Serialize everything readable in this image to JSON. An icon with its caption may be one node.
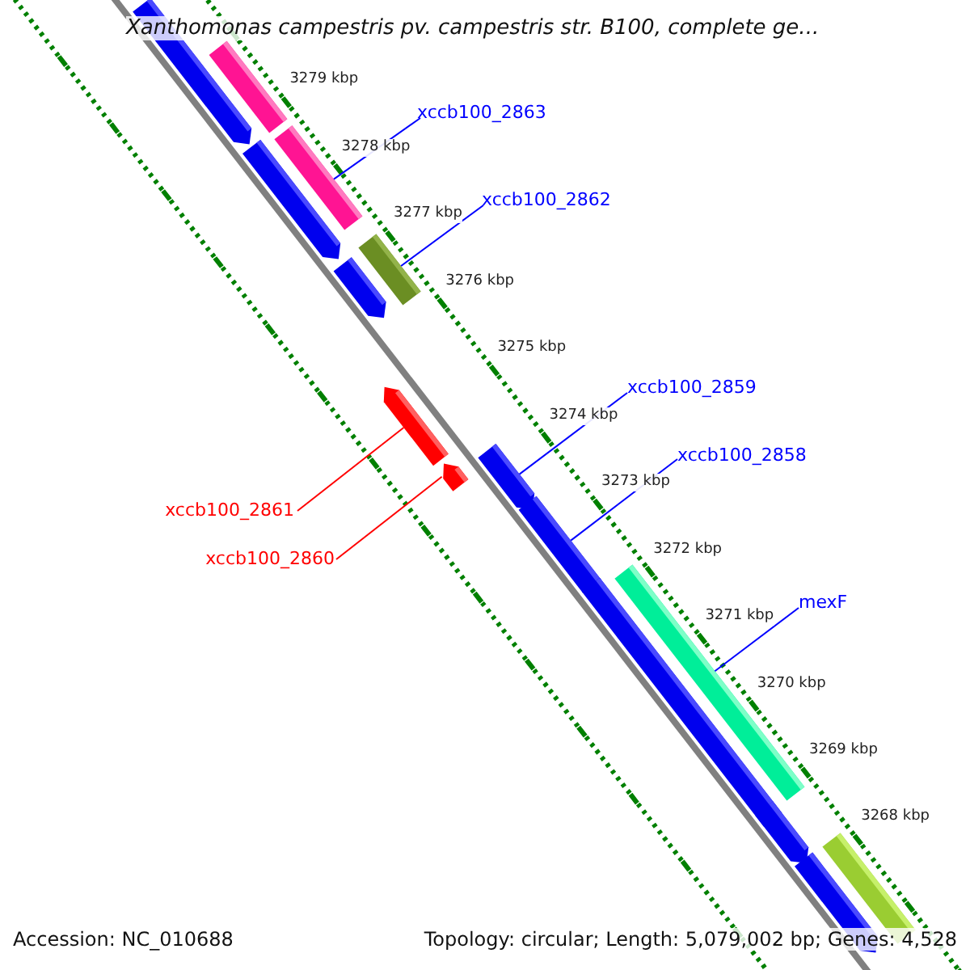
{
  "diagram": {
    "title": "Xanthomonas campestris pv. campestris str. B100, complete ge...",
    "nodes": [
      {
        "text": [],
        "shape": "arrow"
      },
      {
        "text": [],
        "shape": "arrow"
      },
      {
        "text": [],
        "shape": "arrow"
      },
      {
        "text": [],
        "shape": "arrow"
      },
      {
        "text": [
          "xccb100_2863"
        ]
      },
      {
        "text": [
          "xccb100_2862"
        ]
      },
      {
        "text": [],
        "shape": "arrow"
      },
      {
        "text": [],
        "shape": "arrow"
      },
      {
        "text": [],
        "shape": "arrow"
      },
      {
        "text": [
          "xccb100_2859"
        ]
      },
      {
        "text": [],
        "shape": "arrow"
      },
      {
        "text": [
          "xccb100_2858"
        ]
      },
      {
        "text": [],
        "shape": "arrow"
      },
      {
        "text": [
          "xccb100_2861"
        ]
      },
      {
        "text": [],
        "shape": "arrow"
      },
      {
        "text": [
          "xccb100_2860"
        ]
      },
      {
        "text": [],
        "shape": "arrow"
      },
      {
        "text": [],
        "shape": "arrow"
      },
      {
        "text": [
          "mexF"
        ]
      },
      {
        "text": [],
        "shape": "arrow"
      },
      {
        "text": [],
        "shape": "arrow"
      },
      {
        "text": [],
        "shape": "arrow"
      }
    ],
    "edges": [
      {
        "from": 4,
        "to": 2,
        "arrow": "none"
      },
      {
        "from": 5,
        "to": 6,
        "arrow": "none"
      },
      {
        "from": 9,
        "to": 12,
        "arrow": "none"
      },
      {
        "from": 11,
        "to": 14,
        "arrow": "none"
      },
      {
        "from": 18,
        "to": 16,
        "arrow": "none"
      },
      {
        "from": 13,
        "to": 8,
        "arrow": "none",
        "color": "#ff0000"
      },
      {
        "from": 15,
        "to": 10,
        "arrow": "none",
        "color": "#ff0000"
      }
    ],
    "labels": [
      "3279 kbp",
      "3278 kbp",
      "3277 kbp",
      "3276 kbp",
      "3275 kbp",
      "3274 kbp",
      "3273 kbp",
      "3272 kbp",
      "3271 kbp",
      "3270 kbp",
      "3269 kbp",
      "3268 kbp",
      "Accession: NC_010688",
      "Topology: circular; Length: 5,079,002 bp; Genes: 4,528"
    ]
  }
}
